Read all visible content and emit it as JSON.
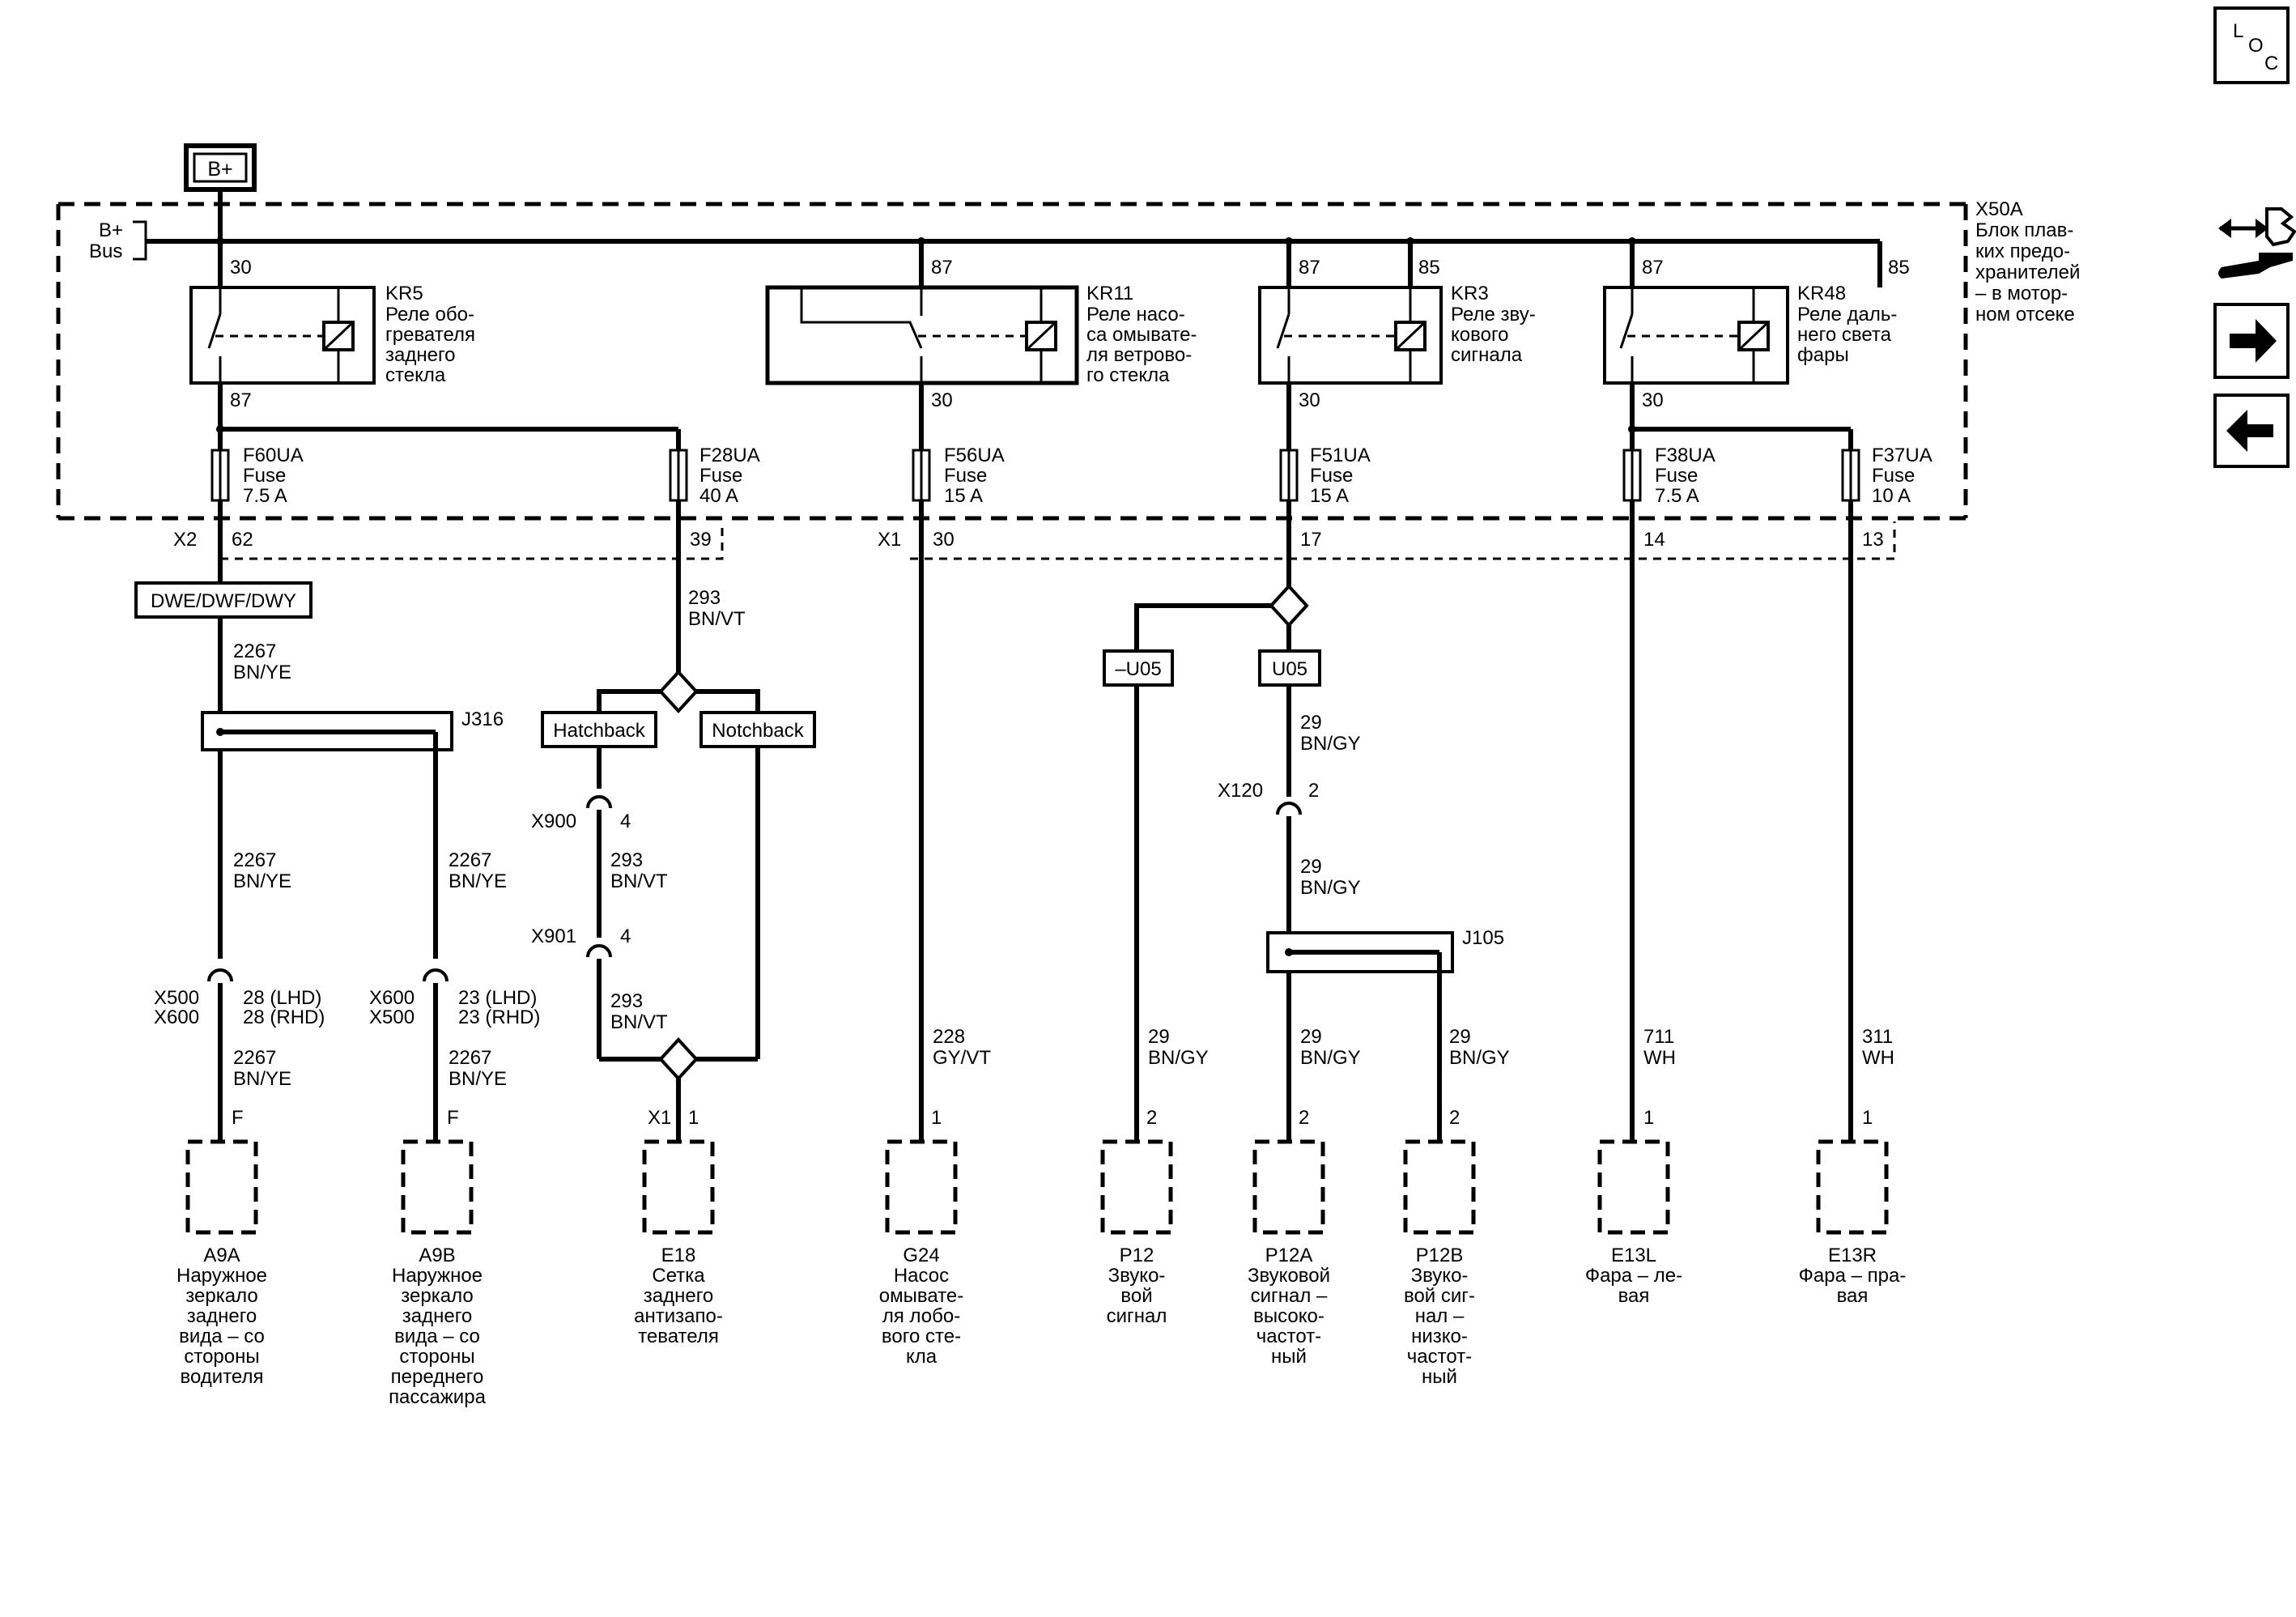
{
  "header": {
    "supply_label": "B+",
    "bus_label_1": "B+",
    "bus_label_2": "Bus"
  },
  "fuse_block": {
    "id": "X50A",
    "desc": [
      "Блок плав-",
      "ких предо-",
      "хранителей",
      "– в мотор-",
      "ном отсеке"
    ]
  },
  "relays": [
    {
      "id": "KR5",
      "desc": [
        "Реле обо-",
        "гревателя",
        "заднего",
        "стекла"
      ],
      "pin_in": "30",
      "pin_out": "87"
    },
    {
      "id": "KR11",
      "desc": [
        "Реле насо-",
        "са омывате-",
        "ля ветрово-",
        "го стекла"
      ],
      "pin_in": "87",
      "pin_out": "30"
    },
    {
      "id": "KR3",
      "desc": [
        "Реле зву-",
        "кового",
        "сигнала"
      ],
      "pin_in": "87",
      "pin_coil": "85",
      "pin_out": "30"
    },
    {
      "id": "KR48",
      "desc": [
        "Реле даль-",
        "него света",
        "фары"
      ],
      "pin_in": "87",
      "pin_coil": "85",
      "pin_out": "30"
    }
  ],
  "fuses": [
    {
      "id": "F60UA",
      "type": "Fuse",
      "rating": "7.5 A"
    },
    {
      "id": "F28UA",
      "type": "Fuse",
      "rating": "40 A"
    },
    {
      "id": "F56UA",
      "type": "Fuse",
      "rating": "15 A"
    },
    {
      "id": "F51UA",
      "type": "Fuse",
      "rating": "15 A"
    },
    {
      "id": "F38UA",
      "type": "Fuse",
      "rating": "7.5 A"
    },
    {
      "id": "F37UA",
      "type": "Fuse",
      "rating": "10 A"
    }
  ],
  "connectors": {
    "x2": "X2",
    "x1": "X1",
    "x2_pins": [
      "62",
      "39"
    ],
    "x1_pins": [
      "30",
      "17",
      "14",
      "13"
    ],
    "x900": "X900",
    "x900_pin": "4",
    "x901": "X901",
    "x901_pin": "4",
    "x120": "X120",
    "x120_pin": "2",
    "x500a": "X500",
    "x600a": "X600",
    "x600b": "X600",
    "x500b": "X500",
    "a9a_pin1": "28 (LHD)",
    "a9a_pin2": "28 (RHD)",
    "a9b_pin1": "23 (LHD)",
    "a9b_pin2": "23 (RHD)",
    "e18_conn": "X1"
  },
  "options": {
    "dwe": "DWE/DWF/DWY",
    "hatchback": "Hatchback",
    "notchback": "Notchback",
    "not_u05": "–U05",
    "u05": "U05"
  },
  "splices": {
    "j316": "J316",
    "j105": "J105"
  },
  "wires": {
    "w2267": "2267",
    "bnye": "BN/YE",
    "w293": "293",
    "bnvt": "BN/VT",
    "w228": "228",
    "gyvt": "GY/VT",
    "w29": "29",
    "bngy": "BN/GY",
    "w711": "711",
    "w311": "311",
    "wh": "WH"
  },
  "components": [
    {
      "id": "A9A",
      "pin": "F",
      "desc": [
        "Наружное",
        "зеркало",
        "заднего",
        "вида – со",
        "стороны",
        "водителя"
      ]
    },
    {
      "id": "A9B",
      "pin": "F",
      "desc": [
        "Наружное",
        "зеркало",
        "заднего",
        "вида – со",
        "стороны",
        "переднего",
        "пассажира"
      ]
    },
    {
      "id": "E18",
      "pin": "1",
      "desc": [
        "Сетка",
        "заднего",
        "антизапо-",
        "тевателя"
      ]
    },
    {
      "id": "G24",
      "pin": "1",
      "desc": [
        "Насос",
        "омывате-",
        "ля лобо-",
        "вого сте-",
        "кла"
      ]
    },
    {
      "id": "P12",
      "pin": "2",
      "desc": [
        "Звуко-",
        "вой",
        "сигнал"
      ]
    },
    {
      "id": "P12A",
      "pin": "2",
      "desc": [
        "Звуковой",
        "сигнал –",
        "высоко-",
        "частот-",
        "ный"
      ]
    },
    {
      "id": "P12B",
      "pin": "2",
      "desc": [
        "Звуко-",
        "вой сиг-",
        "нал –",
        "низко-",
        "частот-",
        "ный"
      ]
    },
    {
      "id": "E13L",
      "pin": "1",
      "desc": [
        "Фара – ле-",
        "вая"
      ]
    },
    {
      "id": "E13R",
      "pin": "1",
      "desc": [
        "Фара – пра-",
        "вая"
      ]
    }
  ],
  "sidebar": {
    "loc_l": "L",
    "loc_o": "O",
    "loc_c": "C",
    "icons": [
      "location-icon",
      "connector-wrench-icon",
      "arrow-right-icon",
      "arrow-left-icon"
    ]
  }
}
